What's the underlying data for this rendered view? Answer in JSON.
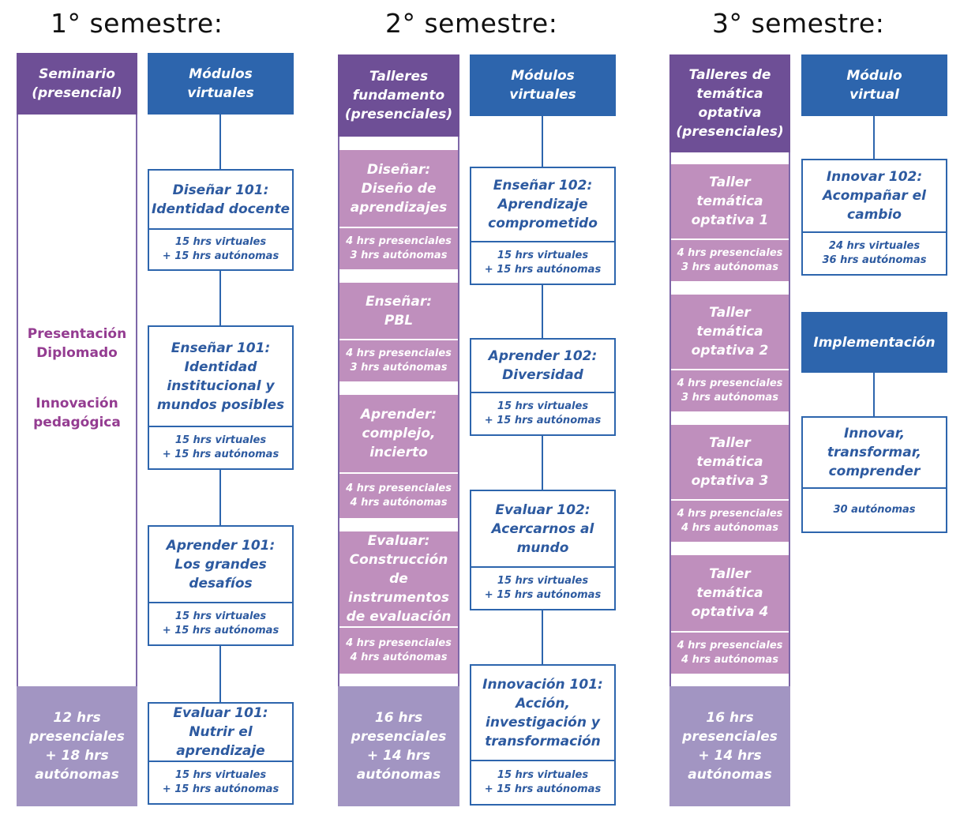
{
  "semesters": [
    {
      "title": "1° semestre:",
      "presencial": {
        "header": "Seminario\n(presencial)",
        "body_line1": "Presentación\nDiplomado",
        "body_line2": "Innovación\npedagógica",
        "footer": "12 hrs\npresenciales\n+ 18 hrs\nautónomas"
      },
      "virtual": {
        "header": "Módulos\nvirtuales",
        "modules": [
          {
            "title": "Diseñar 101:\nIdentidad docente",
            "hours": "15 hrs virtuales\n+ 15 hrs autónomas"
          },
          {
            "title": "Enseñar 101:\nIdentidad\ninstitucional y\nmundos posibles",
            "hours": "15 hrs virtuales\n+ 15 hrs autónomas"
          },
          {
            "title": "Aprender 101:\nLos grandes\ndesafíos",
            "hours": "15 hrs virtuales\n+ 15 hrs autónomas"
          },
          {
            "title": "Evaluar 101:\nNutrir el aprendizaje",
            "hours": "15 hrs virtuales\n+ 15 hrs autónomas"
          }
        ]
      }
    },
    {
      "title": "2° semestre:",
      "presencial": {
        "header": "Talleres\nfundamento\n(presenciales)",
        "workshops": [
          {
            "title": "Diseñar:\nDiseño de\naprendizajes",
            "hours": "4 hrs presenciales\n3 hrs autónomas"
          },
          {
            "title": "Enseñar:\nPBL",
            "hours": "4 hrs presenciales\n3 hrs autónomas"
          },
          {
            "title": "Aprender:\ncomplejo,\nincierto",
            "hours": "4 hrs presenciales\n4 hrs autónomas"
          },
          {
            "title": "Evaluar:\nConstrucción de\ninstrumentos\nde evaluación",
            "hours": "4 hrs presenciales\n4 hrs autónomas"
          }
        ],
        "footer": "16 hrs\npresenciales\n+ 14 hrs\nautónomas"
      },
      "virtual": {
        "header": "Módulos\nvirtuales",
        "modules": [
          {
            "title": "Enseñar 102:\nAprendizaje\ncomprometido",
            "hours": "15 hrs virtuales\n+ 15 hrs autónomas"
          },
          {
            "title": "Aprender 102:\nDiversidad",
            "hours": "15 hrs virtuales\n+ 15 hrs autónomas"
          },
          {
            "title": "Evaluar 102:\nAcercarnos al\nmundo",
            "hours": "15 hrs virtuales\n+ 15 hrs autónomas"
          },
          {
            "title": "Innovación 101:\nAcción,\ninvestigación y\ntransformación",
            "hours": "15 hrs virtuales\n+ 15 hrs autónomas"
          }
        ]
      }
    },
    {
      "title": "3° semestre:",
      "presencial": {
        "header": "Talleres de\ntemática\noptativa\n(presenciales)",
        "workshops": [
          {
            "title": "Taller\ntemática\noptativa 1",
            "hours": "4 hrs presenciales\n3 hrs autónomas"
          },
          {
            "title": "Taller\ntemática\noptativa 2",
            "hours": "4 hrs presenciales\n3 hrs autónomas"
          },
          {
            "title": "Taller\ntemática\noptativa 3",
            "hours": "4 hrs presenciales\n4 hrs autónomas"
          },
          {
            "title": "Taller\ntemática\noptativa 4",
            "hours": "4 hrs presenciales\n4 hrs autónomas"
          }
        ],
        "footer": "16 hrs\npresenciales\n+ 14 hrs\nautónomas"
      },
      "virtual": {
        "header": "Módulo\nvirtual",
        "modules": [
          {
            "title": "Innovar 102:\nAcompañar el\ncambio",
            "hours": "24 hrs virtuales\n36 hrs autónomas"
          }
        ],
        "implementation_header": "Implementación",
        "implementation": {
          "title": "Innovar,\ntransformar,\ncomprender",
          "hours": "30 autónomas"
        }
      }
    }
  ],
  "colors": {
    "purple_header": "#6e4f96",
    "blue_header": "#2d65ad",
    "workshop_pink": "#bf8fbd",
    "footer_lavender": "#a295c2",
    "seminar_text": "#943c91"
  }
}
